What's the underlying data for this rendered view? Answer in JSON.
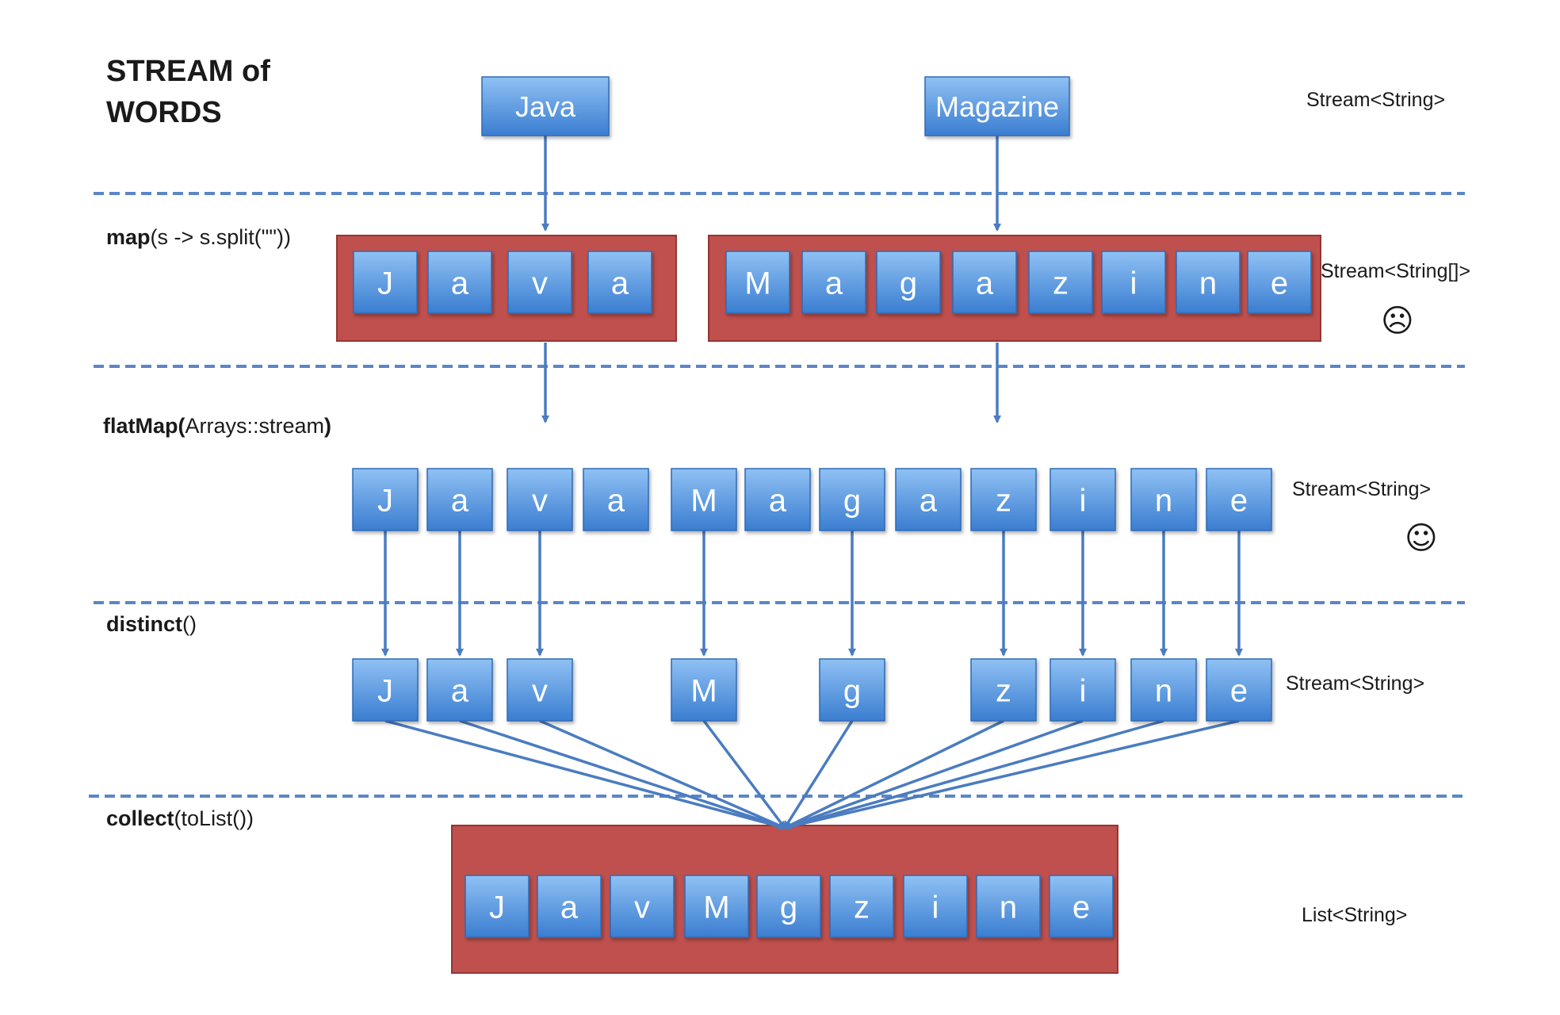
{
  "title": {
    "line1": "STREAM of",
    "line2": "WORDS"
  },
  "input_words": [
    "Java",
    "Magazine"
  ],
  "stages": {
    "map": {
      "name": "map",
      "args": "(s -> s.split(\"\"))"
    },
    "flatMap": {
      "name": "flatMap(",
      "args": "Arrays::stream",
      "close": ")"
    },
    "distinct": {
      "name": "distinct",
      "args": "()"
    },
    "collect": {
      "name": "collect",
      "args": "(toList())"
    }
  },
  "types": {
    "words": "Stream<String>",
    "map": "Stream<String[]>",
    "flat": "Stream<String>",
    "distinct": "Stream<String>",
    "collect": "List<String>"
  },
  "faces": {
    "sad": "☹",
    "happy": "☺"
  },
  "map_groups": [
    [
      "J",
      "a",
      "v",
      "a"
    ],
    [
      "M",
      "a",
      "g",
      "a",
      "z",
      "i",
      "n",
      "e"
    ]
  ],
  "flat_letters": [
    "J",
    "a",
    "v",
    "a",
    "M",
    "a",
    "g",
    "a",
    "z",
    "i",
    "n",
    "e"
  ],
  "distinct_letters": [
    "J",
    "a",
    "v",
    "M",
    "g",
    "z",
    "i",
    "n",
    "e"
  ],
  "distinct_source_index": [
    0,
    1,
    2,
    4,
    6,
    8,
    9,
    10,
    11
  ],
  "collected_letters": [
    "J",
    "a",
    "v",
    "M",
    "g",
    "z",
    "i",
    "n",
    "e"
  ],
  "colors": {
    "box_light": "#8fc1f4",
    "box_dark": "#3a7dd0",
    "box_border": "#2f6bb5",
    "container": "#c0504d",
    "container_border": "#943634",
    "arrow": "#4a7cc0",
    "separator": "#5b86c6"
  }
}
